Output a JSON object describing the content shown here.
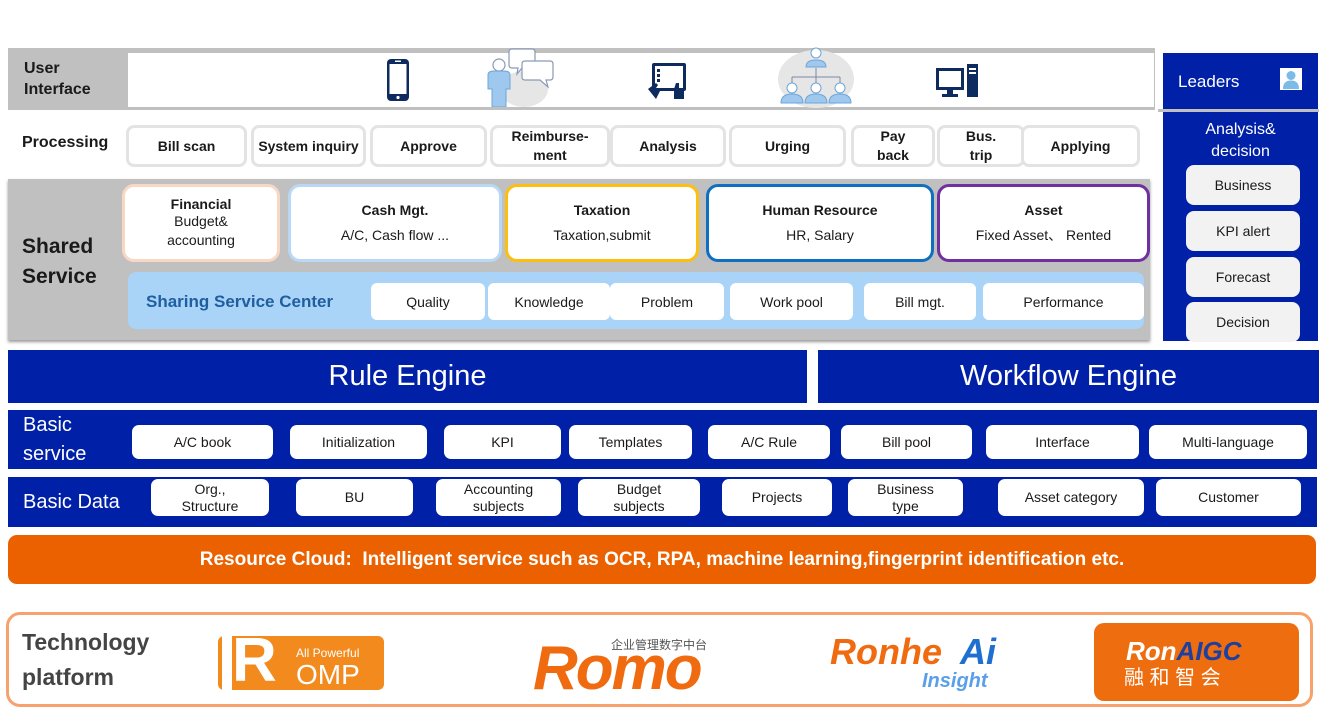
{
  "user_interface": {
    "label": "User Interface",
    "icons": [
      "mobile-phone-icon",
      "person-chat-icon",
      "tablet-touch-icon",
      "org-chart-icon",
      "desktop-computer-icon"
    ]
  },
  "processing": {
    "label": "Processing",
    "items": [
      "Bill scan",
      "System inquiry",
      "Approve",
      "Reimburse-ment",
      "Analysis",
      "Urging",
      "Pay back",
      "Bus. trip",
      "Applying"
    ]
  },
  "shared_service": {
    "label": "Shared Service",
    "cards": [
      {
        "title": "Financial",
        "subtitle": "Budget& accounting",
        "border": "#f8d7c4"
      },
      {
        "title": "Cash Mgt.",
        "subtitle": "A/C, Cash flow ...",
        "border": "#b8d8f6"
      },
      {
        "title": "Taxation",
        "subtitle": "Taxation,submit",
        "border": "#fcbf0f"
      },
      {
        "title": "Human Resource",
        "subtitle": "HR, Salary",
        "border": "#0f6fc0"
      },
      {
        "title": "Asset",
        "subtitle": "Fixed Asset、 Rented",
        "border": "#7030a0"
      }
    ],
    "center": {
      "label": "Sharing Service Center",
      "items": [
        "Quality",
        "Knowledge",
        "Problem",
        "Work pool",
        "Bill mgt.",
        "Performance"
      ]
    }
  },
  "leaders": {
    "label": "Leaders",
    "icon": "user-icon",
    "section_label": "Analysis& decision",
    "items": [
      "Business",
      "KPI alert",
      "Forecast",
      "Decision"
    ]
  },
  "engines": {
    "rule": "Rule Engine",
    "workflow": "Workflow Engine"
  },
  "basic_service": {
    "label": "Basic service",
    "items": [
      "A/C book",
      "Initialization",
      "KPI",
      "Templates",
      "A/C Rule",
      "Bill pool",
      "Interface",
      "Multi-language"
    ]
  },
  "basic_data": {
    "label": "Basic Data",
    "items": [
      "Org., Structure",
      "BU",
      "Accounting subjects",
      "Budget subjects",
      "Projects",
      "Business type",
      "Asset category",
      "Customer"
    ]
  },
  "resource_cloud": {
    "text": "Resource Cloud:  Intelligent service such as OCR, RPA, machine learning,fingerprint identification etc."
  },
  "technology_platform": {
    "label": "Technology platform",
    "logos": {
      "romp": {
        "letter": "R",
        "tagline": "All Powerful",
        "rest": "OMP"
      },
      "romo": {
        "text": "Romo",
        "tagline": "企业管理数字中台"
      },
      "ronhe": {
        "text1": "Ronhe",
        "text2": "Ai",
        "tagline": "Insight"
      },
      "ronaigc": {
        "text1": "Ron",
        "text2": "AIGC",
        "tagline": "融 和 智 会"
      }
    }
  },
  "colors": {
    "navy": "#0020a8",
    "orange": "#eb6100",
    "gray_band": "#c0c0c0",
    "light_blue": "#aad3f8"
  }
}
